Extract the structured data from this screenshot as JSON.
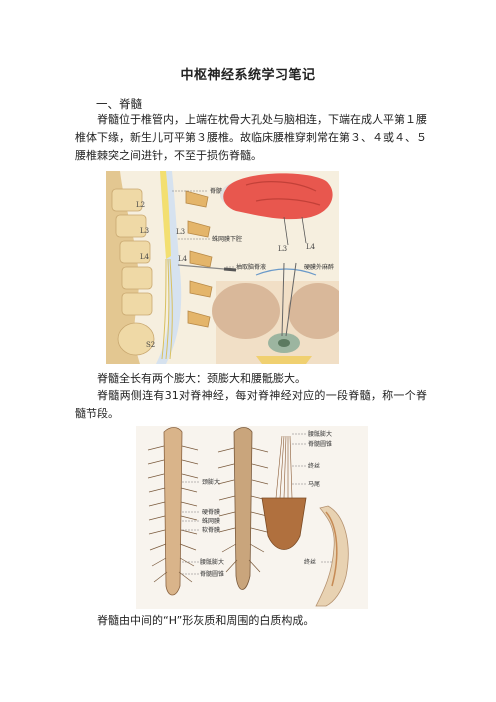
{
  "document": {
    "title": "中枢神经系统学习笔记",
    "section_heading": "一、脊髓",
    "paragraphs": [
      "脊髓位于椎管内，上端在枕骨大孔处与脑相连，下端在成人平第１腰椎体下缘，新生儿可平第３腰椎。故临床腰椎穿刺常在第３、４或４、５腰椎棘突之间进针，不至于损伤脊髓。",
      "脊髓全长有两个膨大：颈膨大和腰骶膨大。",
      "脊髓两侧连有31对脊神经，每对脊神经对应的一段脊髓，称一个脊髓节段。",
      "脊髓由中间的“H”形灰质和周围的白质构成。"
    ]
  },
  "figure1": {
    "labels": {
      "spinal_cord": "脊髓",
      "subarachnoid": "蛛网膜下腔",
      "csf_draw": "抽取脑脊液",
      "epidural": "硬膜外麻醉",
      "l2": "L2",
      "l3a": "L3",
      "l3b": "L3",
      "l4a": "L4",
      "l4b": "L4",
      "s2": "S2",
      "r_l3": "L3",
      "r_l4": "L4"
    },
    "colors": {
      "bone": "#e6cf9e",
      "cord": "#f2e27a",
      "brain": "#e8574e",
      "bg": "#f3ead5"
    }
  },
  "figure2": {
    "labels": {
      "cervical_enlargement": "颈膨大",
      "dura": "硬脊膜",
      "arachnoid": "蛛网膜",
      "pia": "软脊膜",
      "lumbosacral_enlargement": "腰骶膨大",
      "conus": "脊髓圆锥",
      "r_lumbosacral": "腰骶膨大",
      "r_conus": "脊髓圆锥",
      "filum": "终丝",
      "cauda": "马尾",
      "filum2": "终丝"
    },
    "colors": {
      "cord": "#d9b48a",
      "nerve": "#7a5a3c",
      "sacrum": "#b0703e",
      "bg": "#f7f2ea"
    }
  }
}
